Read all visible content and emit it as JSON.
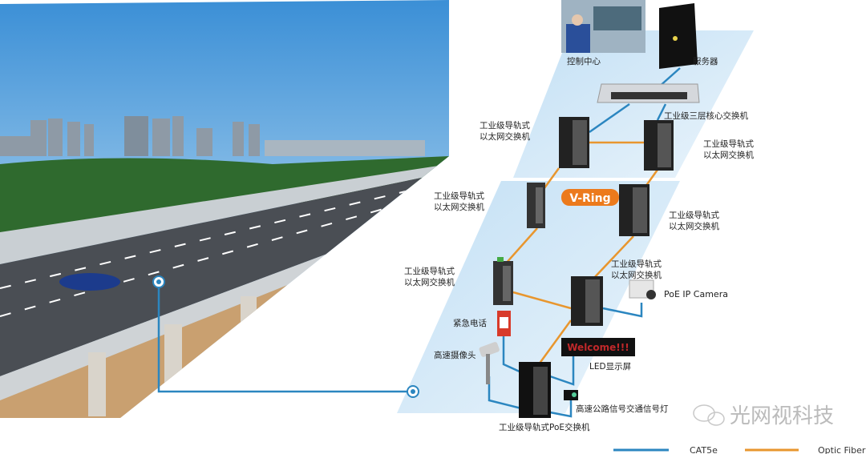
{
  "title": "Highway industrial Ethernet network diagram",
  "devices": {
    "control_center": "控制中心",
    "server": "服务器",
    "core_switch": "工业级三层核心交换机",
    "rail_switch_line1": "工业级导轨式",
    "rail_switch_line2": "以太网交换机",
    "ring": "V-Ring",
    "poe_camera": "PoE IP Camera",
    "emergency_phone": "紧急电话",
    "highway_camera": "高速摄像头",
    "led_text": "Welcome!!!",
    "led_display": "LED显示屏",
    "signal_light": "高速公路信号交通信号灯",
    "poe_switch": "工业级导轨式PoE交换机"
  },
  "watermark": "光网视科技",
  "legend": [
    {
      "label": "CAT5e",
      "color": "#2b86c0"
    },
    {
      "label": "Optic Fiber",
      "color": "#e8962e"
    }
  ],
  "colors": {
    "cat5e": "#2b86c0",
    "fiber": "#e8962e",
    "panel": "#cfe6f6",
    "ring": "#ec7a1c"
  }
}
